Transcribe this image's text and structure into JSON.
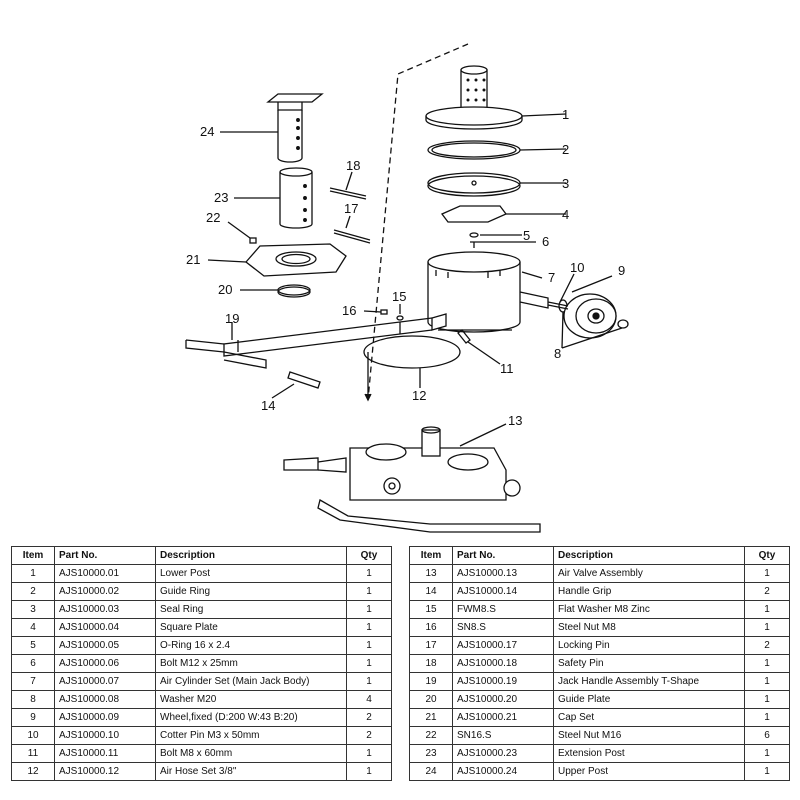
{
  "callouts": [
    {
      "num": "1"
    },
    {
      "num": "2"
    },
    {
      "num": "3"
    },
    {
      "num": "4"
    },
    {
      "num": "5"
    },
    {
      "num": "6"
    },
    {
      "num": "7"
    },
    {
      "num": "8"
    },
    {
      "num": "9"
    },
    {
      "num": "10"
    },
    {
      "num": "11"
    },
    {
      "num": "12"
    },
    {
      "num": "13"
    },
    {
      "num": "14"
    },
    {
      "num": "15"
    },
    {
      "num": "16"
    },
    {
      "num": "17"
    },
    {
      "num": "18"
    },
    {
      "num": "19"
    },
    {
      "num": "20"
    },
    {
      "num": "21"
    },
    {
      "num": "22"
    },
    {
      "num": "23"
    },
    {
      "num": "24"
    }
  ],
  "table": {
    "headers": [
      "Item",
      "Part No.",
      "Description",
      "Qty"
    ],
    "left_rows": [
      {
        "item": "1",
        "part": "AJS10000.01",
        "desc": "Lower Post",
        "qty": "1"
      },
      {
        "item": "2",
        "part": "AJS10000.02",
        "desc": "Guide Ring",
        "qty": "1"
      },
      {
        "item": "3",
        "part": "AJS10000.03",
        "desc": "Seal Ring",
        "qty": "1"
      },
      {
        "item": "4",
        "part": "AJS10000.04",
        "desc": "Square Plate",
        "qty": "1"
      },
      {
        "item": "5",
        "part": "AJS10000.05",
        "desc": "O-Ring 16 x 2.4",
        "qty": "1"
      },
      {
        "item": "6",
        "part": "AJS10000.06",
        "desc": "Bolt M12 x 25mm",
        "qty": "1"
      },
      {
        "item": "7",
        "part": "AJS10000.07",
        "desc": "Air Cylinder Set (Main Jack Body)",
        "qty": "1"
      },
      {
        "item": "8",
        "part": "AJS10000.08",
        "desc": "Washer M20",
        "qty": "4"
      },
      {
        "item": "9",
        "part": "AJS10000.09",
        "desc": "Wheel,fixed (D:200 W:43 B:20)",
        "qty": "2"
      },
      {
        "item": "10",
        "part": "AJS10000.10",
        "desc": "Cotter Pin M3 x 50mm",
        "qty": "2"
      },
      {
        "item": "11",
        "part": "AJS10000.11",
        "desc": "Bolt M8 x 60mm",
        "qty": "1"
      },
      {
        "item": "12",
        "part": "AJS10000.12",
        "desc": "Air Hose Set 3/8\"",
        "qty": "1"
      }
    ],
    "right_rows": [
      {
        "item": "13",
        "part": "AJS10000.13",
        "desc": "Air Valve Assembly",
        "qty": "1"
      },
      {
        "item": "14",
        "part": "AJS10000.14",
        "desc": "Handle Grip",
        "qty": "2"
      },
      {
        "item": "15",
        "part": "FWM8.S",
        "desc": "Flat Washer M8 Zinc",
        "qty": "1"
      },
      {
        "item": "16",
        "part": "SN8.S",
        "desc": "Steel Nut M8",
        "qty": "1"
      },
      {
        "item": "17",
        "part": "AJS10000.17",
        "desc": "Locking Pin",
        "qty": "2"
      },
      {
        "item": "18",
        "part": "AJS10000.18",
        "desc": "Safety Pin",
        "qty": "1"
      },
      {
        "item": "19",
        "part": "AJS10000.19",
        "desc": "Jack Handle Assembly T-Shape",
        "qty": "1"
      },
      {
        "item": "20",
        "part": "AJS10000.20",
        "desc": "Guide Plate",
        "qty": "1"
      },
      {
        "item": "21",
        "part": "AJS10000.21",
        "desc": "Cap Set",
        "qty": "1"
      },
      {
        "item": "22",
        "part": "SN16.S",
        "desc": "Steel Nut M16",
        "qty": "6"
      },
      {
        "item": "23",
        "part": "AJS10000.23",
        "desc": "Extension Post",
        "qty": "1"
      },
      {
        "item": "24",
        "part": "AJS10000.24",
        "desc": "Upper Post",
        "qty": "1"
      }
    ]
  }
}
